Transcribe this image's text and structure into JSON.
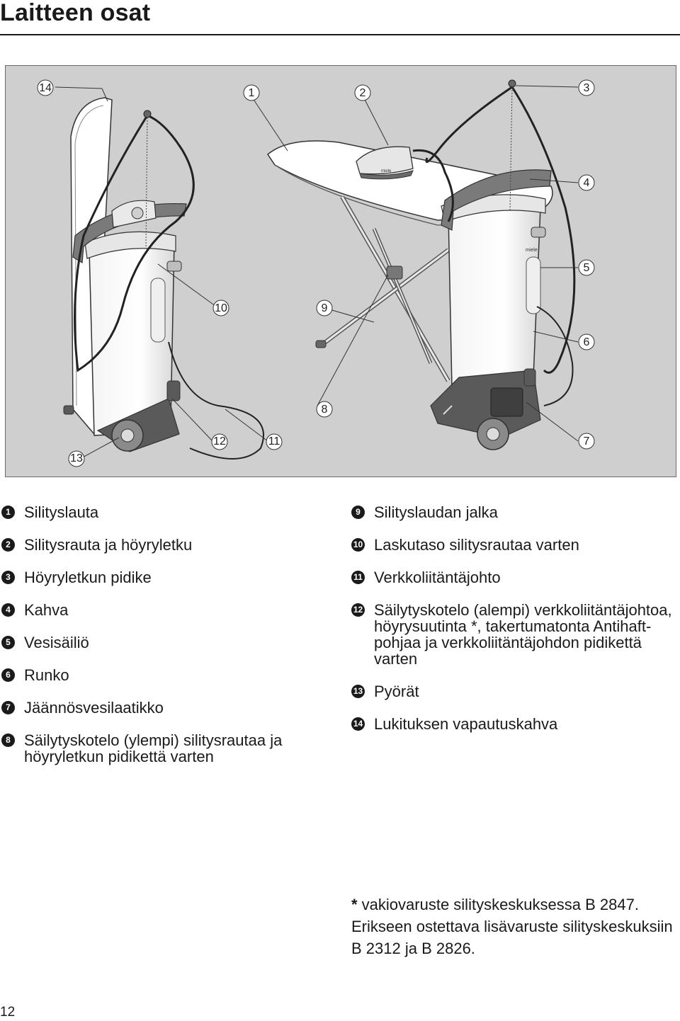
{
  "page": {
    "title": "Laitteen osat",
    "page_number": "12"
  },
  "figure": {
    "callouts": [
      "1",
      "2",
      "3",
      "4",
      "5",
      "6",
      "7",
      "8",
      "9",
      "10",
      "11",
      "12",
      "13",
      "14"
    ],
    "brand_mark": "miele"
  },
  "legend": {
    "left": [
      {
        "num": "1",
        "text": "Silityslauta"
      },
      {
        "num": "2",
        "text": "Silitysrauta ja höyryletku"
      },
      {
        "num": "3",
        "text": "Höyryletkun pidike"
      },
      {
        "num": "4",
        "text": "Kahva"
      },
      {
        "num": "5",
        "text": "Vesisäiliö"
      },
      {
        "num": "6",
        "text": "Runko"
      },
      {
        "num": "7",
        "text": "Jäännösvesilaatikko"
      },
      {
        "num": "8",
        "text": "Säilytyskotelo (ylempi) silitysrautaa ja höyryletkun pidikettä varten"
      }
    ],
    "right": [
      {
        "num": "9",
        "text": "Silityslaudan jalka"
      },
      {
        "num": "10",
        "text": "Laskutaso silitysrautaa varten"
      },
      {
        "num": "11",
        "text": "Verkkoliitäntäjohto"
      },
      {
        "num": "12",
        "text": "Säilytyskotelo (alempi) verkkoliitäntä­johtoa, höyrysuutinta *, takertumaton­ta Antihaft-pohjaa ja verkkoliitäntä­johdon pidikettä varten"
      },
      {
        "num": "13",
        "text": "Pyörät"
      },
      {
        "num": "14",
        "text": "Lukituksen vapautuskahva"
      }
    ]
  },
  "footnote": {
    "star": "*",
    "line1": " vakiovaruste silityskeskuksessa B 2847.",
    "line2": "Erikseen ostettava lisävaruste silityskes­kuksiin B 2312 ja B 2826."
  }
}
